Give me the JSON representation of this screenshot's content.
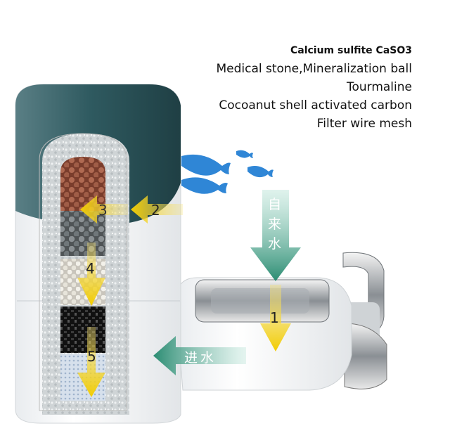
{
  "layers": [
    "Calcium sulfite CaSO3",
    "Medical stone,Mineralization ball",
    "Tourmaline",
    "Cocoanut shell activated carbon",
    "Filter wire mesh"
  ],
  "steps": [
    "1",
    "2",
    "3",
    "4",
    "5"
  ],
  "flow": {
    "tap_water_chars": [
      "自",
      "来",
      "水"
    ],
    "water_in": "进水"
  },
  "colors": {
    "cap": "#2f5a60",
    "arrow_yellow": "#f2cc00",
    "arrow_green": "#2a8c72",
    "fish": "#2f86d6",
    "ceramic_ball": "#9a5a45"
  }
}
